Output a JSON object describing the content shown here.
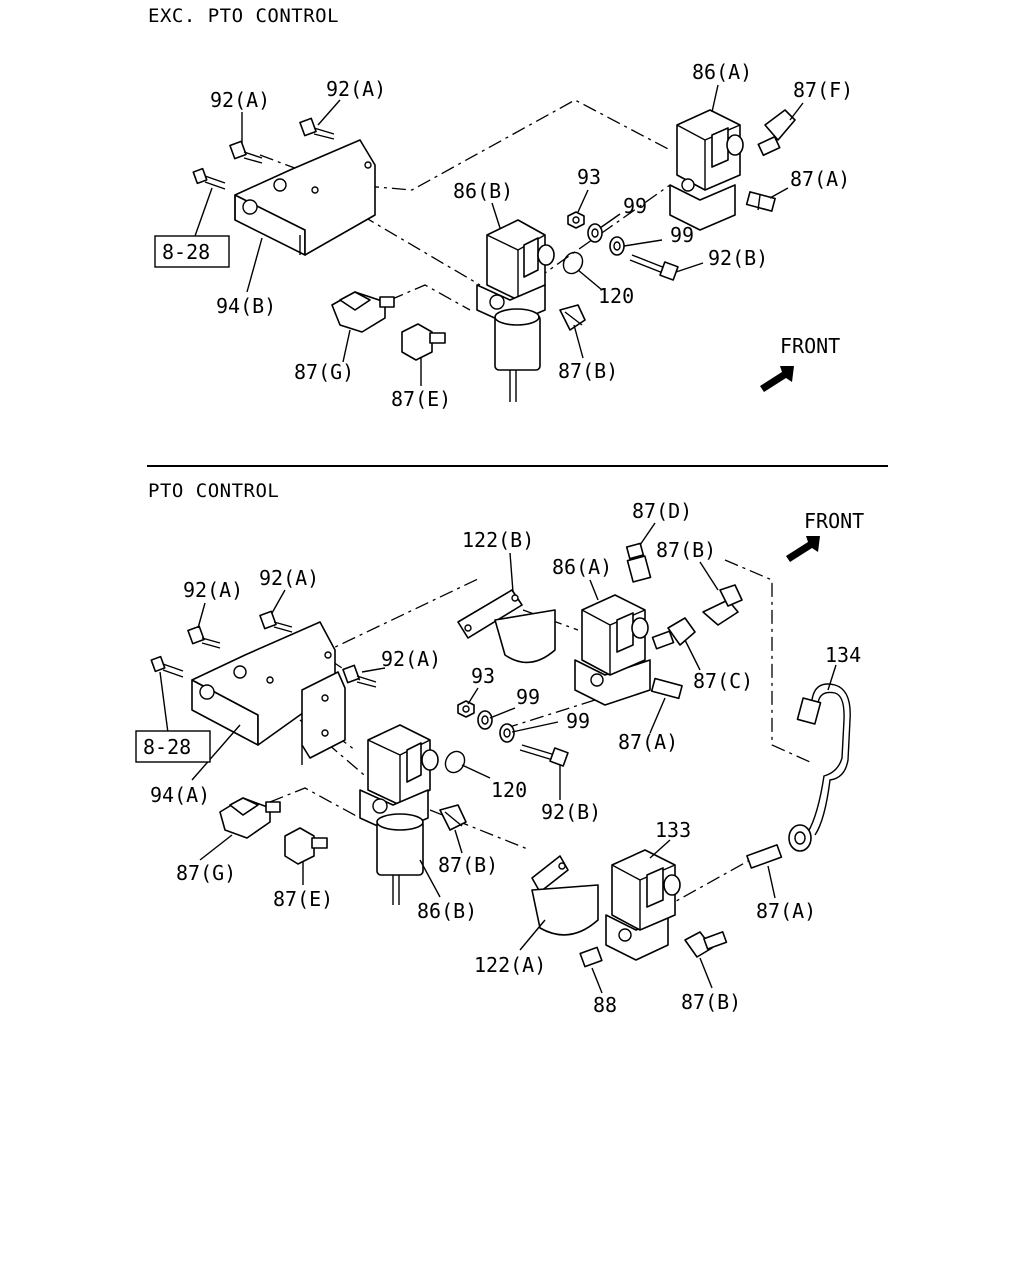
{
  "sections": {
    "top": {
      "title": "EXC. PTO CONTROL",
      "front_label": "FRONT"
    },
    "bottom": {
      "title": "PTO CONTROL",
      "front_label": "FRONT"
    }
  },
  "callouts": {
    "top": {
      "l_92a_1": "92(A)",
      "l_92a_2": "92(A)",
      "l_86a": "86(A)",
      "l_87f": "87(F)",
      "l_93": "93",
      "l_86b": "86(B)",
      "l_99_1": "99",
      "l_87a": "87(A)",
      "l_99_2": "99",
      "l_92b": "92(B)",
      "l_828": "8-28",
      "l_120": "120",
      "l_94b": "94(B)",
      "l_87g": "87(G)",
      "l_87b": "87(B)",
      "l_87e": "87(E)"
    },
    "bottom": {
      "l_87d": "87(D)",
      "l_122b": "122(B)",
      "l_87b_1": "87(B)",
      "l_86a": "86(A)",
      "l_92a_1": "92(A)",
      "l_92a_2": "92(A)",
      "l_134": "134",
      "l_92a_3": "92(A)",
      "l_87c": "87(C)",
      "l_93": "93",
      "l_99_1": "99",
      "l_99_2": "99",
      "l_828": "8-28",
      "l_87a_1": "87(A)",
      "l_94a": "94(A)",
      "l_120": "120",
      "l_92b": "92(B)",
      "l_133": "133",
      "l_87g": "87(G)",
      "l_87b_2": "87(B)",
      "l_87e": "87(E)",
      "l_86b": "86(B)",
      "l_87a_2": "87(A)",
      "l_122a": "122(A)",
      "l_88": "88",
      "l_87b_3": "87(B)"
    }
  }
}
